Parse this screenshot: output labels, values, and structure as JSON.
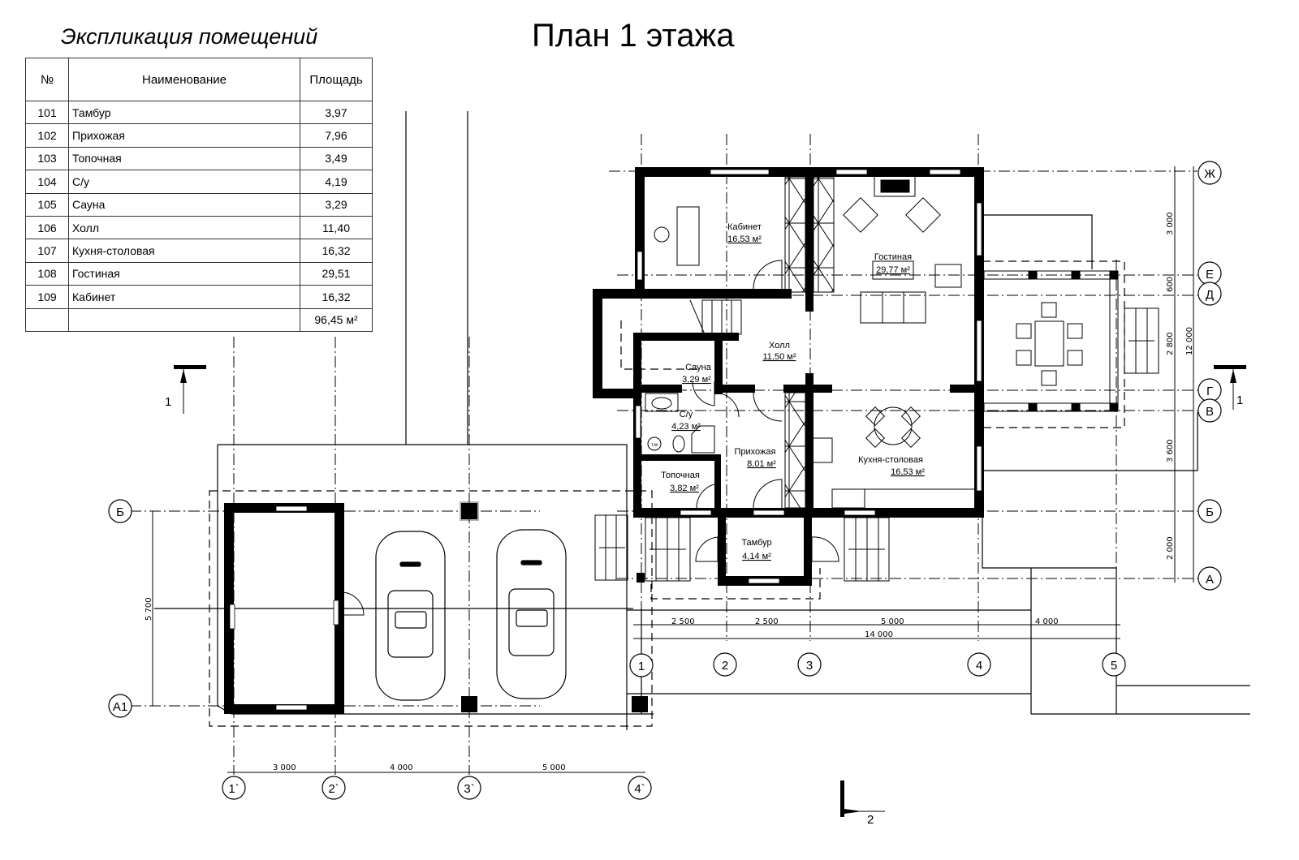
{
  "titles": {
    "explication": "Экспликация помещений",
    "plan": "План 1 этажа"
  },
  "table": {
    "headers": {
      "num": "№",
      "name": "Наименование",
      "area": "Площадь"
    },
    "rows": [
      {
        "num": "101",
        "name": "Тамбур",
        "area": "3,97"
      },
      {
        "num": "102",
        "name": "Прихожая",
        "area": "7,96"
      },
      {
        "num": "103",
        "name": "Топочная",
        "area": "3,49"
      },
      {
        "num": "104",
        "name": "С/у",
        "area": "4,19"
      },
      {
        "num": "105",
        "name": "Сауна",
        "area": "3,29"
      },
      {
        "num": "106",
        "name": "Холл",
        "area": "11,40"
      },
      {
        "num": "107",
        "name": "Кухня-столовая",
        "area": "16,32"
      },
      {
        "num": "108",
        "name": "Гостиная",
        "area": "29,51"
      },
      {
        "num": "109",
        "name": "Кабинет",
        "area": "16,32"
      }
    ],
    "total": "96,45 м²"
  },
  "rooms": [
    {
      "id": "kabinet",
      "name": "Кабинет",
      "area": "16,53 м²"
    },
    {
      "id": "gostinaya",
      "name": "Гостиная",
      "area": "29,77 м²"
    },
    {
      "id": "holl",
      "name": "Холл",
      "area": "11,50 м²"
    },
    {
      "id": "sauna",
      "name": "Сауна",
      "area": "3,29 м²"
    },
    {
      "id": "su",
      "name": "С/у",
      "area": "4,23 м²"
    },
    {
      "id": "prihozhaya",
      "name": "Прихожая",
      "area": "8,01 м²"
    },
    {
      "id": "topochnaya",
      "name": "Топочная",
      "area": "3,82 м²"
    },
    {
      "id": "kuhnya",
      "name": "Кухня-столовая",
      "area": "16,53 м²"
    },
    {
      "id": "tambur",
      "name": "Тамбур",
      "area": "4,14 м²"
    }
  ],
  "fixtures": {
    "washing_machine": "т.м"
  },
  "axes": {
    "house_columns": [
      "1",
      "2",
      "3",
      "4",
      "5"
    ],
    "house_rows": [
      "Ж",
      "Е",
      "Д",
      "Г",
      "В",
      "Б",
      "А"
    ],
    "garage_columns": [
      "1`",
      "2`",
      "3`",
      "4`"
    ],
    "garage_rows": [
      "Б",
      "А1"
    ]
  },
  "dimensions": {
    "house_bottom_chain": [
      "2 500",
      "2 500",
      "5 000",
      "4 000"
    ],
    "house_bottom_total": "14 000",
    "house_right_chain": [
      "3 000",
      "600",
      "2 800",
      "3 600",
      "2 000"
    ],
    "house_right_total": "12 000",
    "garage_bottom_chain": [
      "3 000",
      "4 000",
      "5 000"
    ],
    "garage_left": "5 700"
  },
  "sections": {
    "section1": "1",
    "section2": "2"
  }
}
